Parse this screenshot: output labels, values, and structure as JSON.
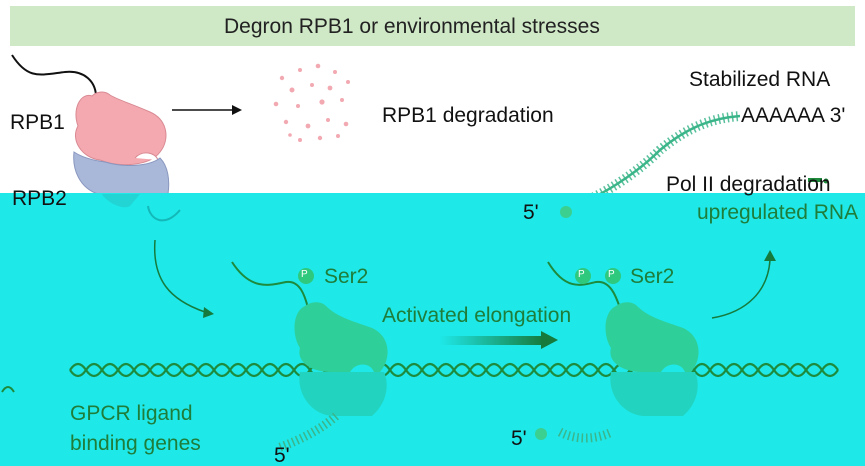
{
  "banner": {
    "title": "Degron RPB1 or environmental stresses"
  },
  "labels": {
    "rpb1": "RPB1",
    "rpb2": "RPB2",
    "rpb1_degradation": "RPB1 degradation",
    "stabilized_rna": "Stabilized RNA",
    "poly_a": "AAAAAA 3'",
    "pol2_degradation": "Pol II degradation",
    "upregulated_rna": "upregulated RNA",
    "five_prime_top": "5'",
    "ser2_left": "Ser2",
    "ser2_right": "Ser2",
    "phospho": "P",
    "activated_elongation": "Activated elongation",
    "gpcr": "GPCR ligand",
    "binding_genes": "binding genes",
    "five_prime_left": "5'",
    "five_prime_right": "5'"
  },
  "colors": {
    "banner_bg": "#cfe8c6",
    "cyan_overlay": "#1ee8e8",
    "rpb1_pink": "#f4a9b0",
    "rpb2_blue": "#a9b7d9",
    "polymerase_green": "#2fcf9a",
    "dna_green": "#1e8a3c",
    "rna_green": "#3bb58a",
    "text_green": "#1f7d3a"
  }
}
